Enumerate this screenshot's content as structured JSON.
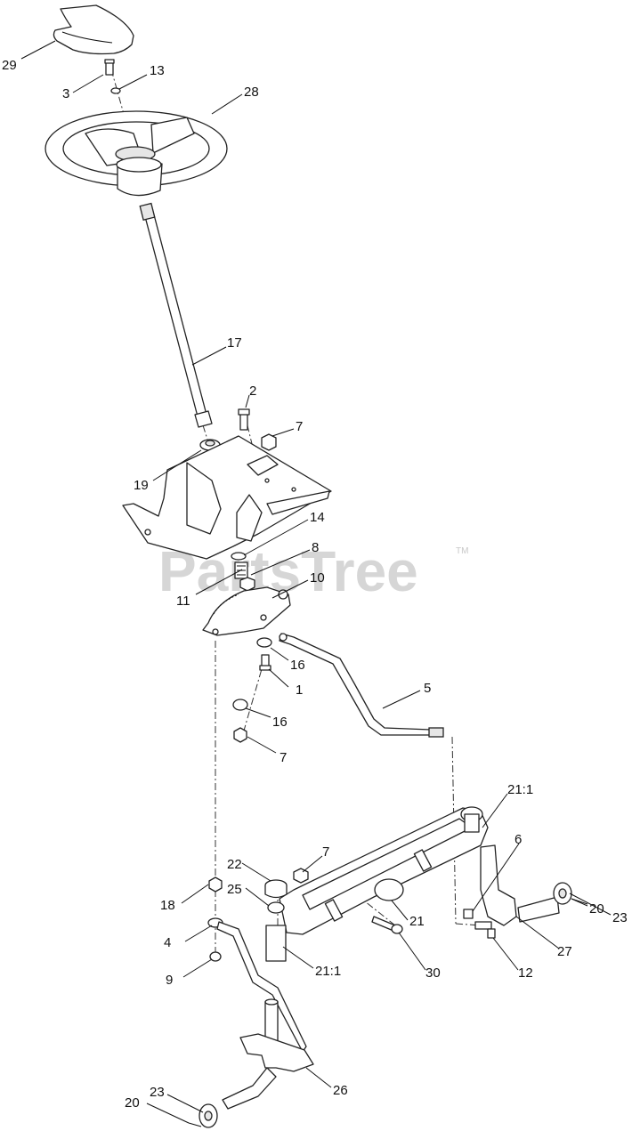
{
  "watermark": {
    "text": "PartsTree",
    "trademark": "TM"
  },
  "callouts": [
    {
      "id": "c29",
      "text": "29"
    },
    {
      "id": "c3",
      "text": "3"
    },
    {
      "id": "c13",
      "text": "13"
    },
    {
      "id": "c28",
      "text": "28"
    },
    {
      "id": "c17",
      "text": "17"
    },
    {
      "id": "c2",
      "text": "2"
    },
    {
      "id": "c7a",
      "text": "7"
    },
    {
      "id": "c19",
      "text": "19"
    },
    {
      "id": "c14",
      "text": "14"
    },
    {
      "id": "c8",
      "text": "8"
    },
    {
      "id": "c11",
      "text": "11"
    },
    {
      "id": "c10",
      "text": "10"
    },
    {
      "id": "c16a",
      "text": "16"
    },
    {
      "id": "c1",
      "text": "1"
    },
    {
      "id": "c5",
      "text": "5"
    },
    {
      "id": "c16b",
      "text": "16"
    },
    {
      "id": "c7b",
      "text": "7"
    },
    {
      "id": "c21a",
      "text": "21:1"
    },
    {
      "id": "c6",
      "text": "6"
    },
    {
      "id": "c7c",
      "text": "7"
    },
    {
      "id": "c22",
      "text": "22"
    },
    {
      "id": "c25",
      "text": "25"
    },
    {
      "id": "c18",
      "text": "18"
    },
    {
      "id": "c21b",
      "text": "21"
    },
    {
      "id": "c23a",
      "text": "23"
    },
    {
      "id": "c20a",
      "text": "20"
    },
    {
      "id": "c4",
      "text": "4"
    },
    {
      "id": "c27",
      "text": "27"
    },
    {
      "id": "c21c",
      "text": "21:1"
    },
    {
      "id": "c30",
      "text": "30"
    },
    {
      "id": "c12",
      "text": "12"
    },
    {
      "id": "c9",
      "text": "9"
    },
    {
      "id": "c26",
      "text": "26"
    },
    {
      "id": "c20b",
      "text": "20"
    },
    {
      "id": "c23b",
      "text": "23"
    }
  ]
}
